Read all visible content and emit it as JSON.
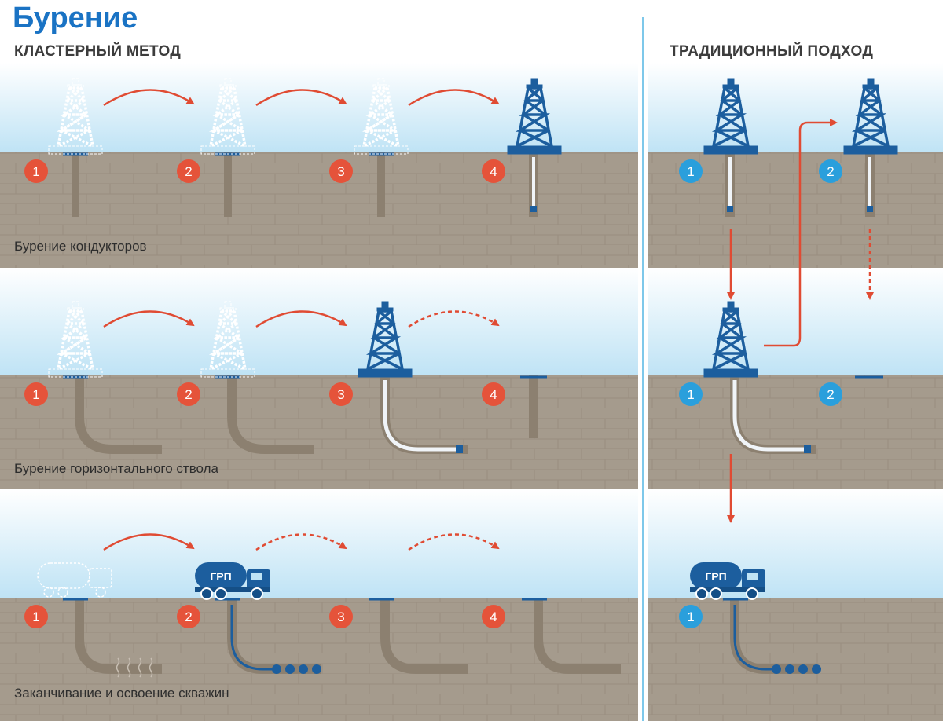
{
  "title": "Бурение",
  "cluster_heading": "КЛАСТЕРНЫЙ МЕТОД",
  "traditional_heading": "ТРАДИЦИОННЫЙ ПОДХОД",
  "rows": [
    {
      "label": "Бурение кондукторов"
    },
    {
      "label": "Бурение горизонтального ствола"
    },
    {
      "label": "Заканчивание и освоение скважин"
    }
  ],
  "cluster_wells": [
    "1",
    "2",
    "3",
    "4"
  ],
  "traditional_wells": [
    "1",
    "2"
  ],
  "truck_label": "ГРП",
  "colors": {
    "title": "#1a73c4",
    "ground": "#a59b8d",
    "sky": "#bfe3f5",
    "pipe": "#8c8070",
    "rig": "#1c5e9e",
    "badge_cluster": "#e5533a",
    "badge_traditional": "#2a9fdc",
    "arrow": "#e04b33",
    "divider": "#7ec8ea"
  }
}
